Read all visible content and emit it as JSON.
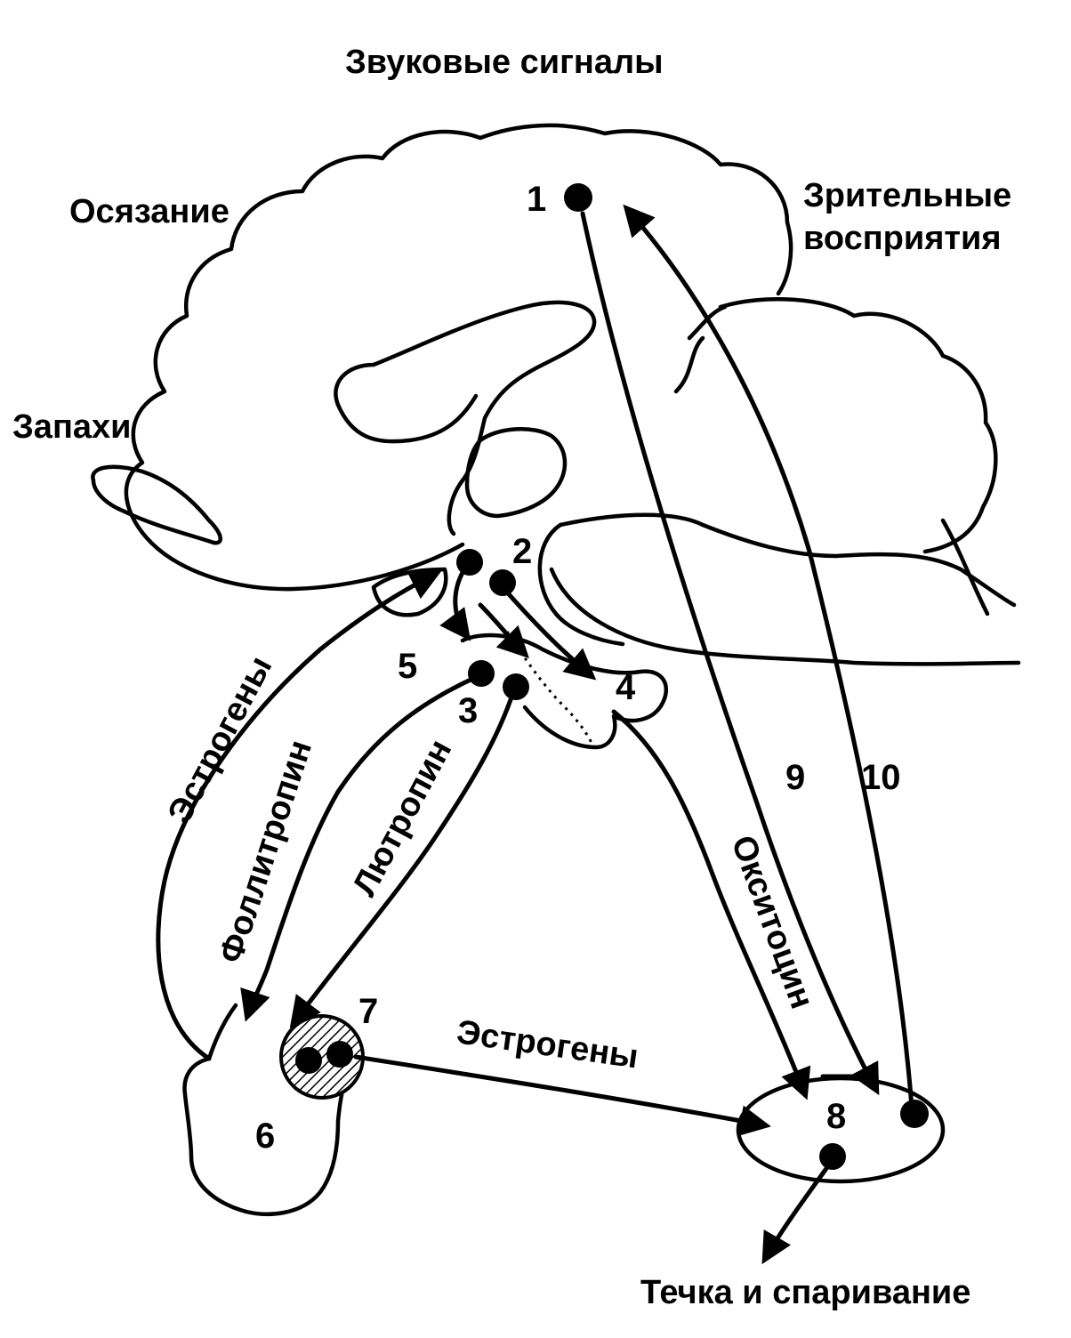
{
  "labels": {
    "sound_signals": "Звуковые сигналы",
    "touch": "Осязание",
    "visual_1": "Зрительные",
    "visual_2": "восприятия",
    "smells": "Запахи",
    "estrogens_left": "Эстрогены",
    "follitropin": "Фоллитропин",
    "lutropin": "Лютропин",
    "oxytocin": "Окситоцин",
    "estrogens_bottom": "Эстрогены",
    "estrus": "Течка  и спаривание"
  },
  "numbers": {
    "n1": "1",
    "n2": "2",
    "n3": "3",
    "n4": "4",
    "n5": "5",
    "n6": "6",
    "n7": "7",
    "n8": "8",
    "n9": "9",
    "n10": "10"
  }
}
